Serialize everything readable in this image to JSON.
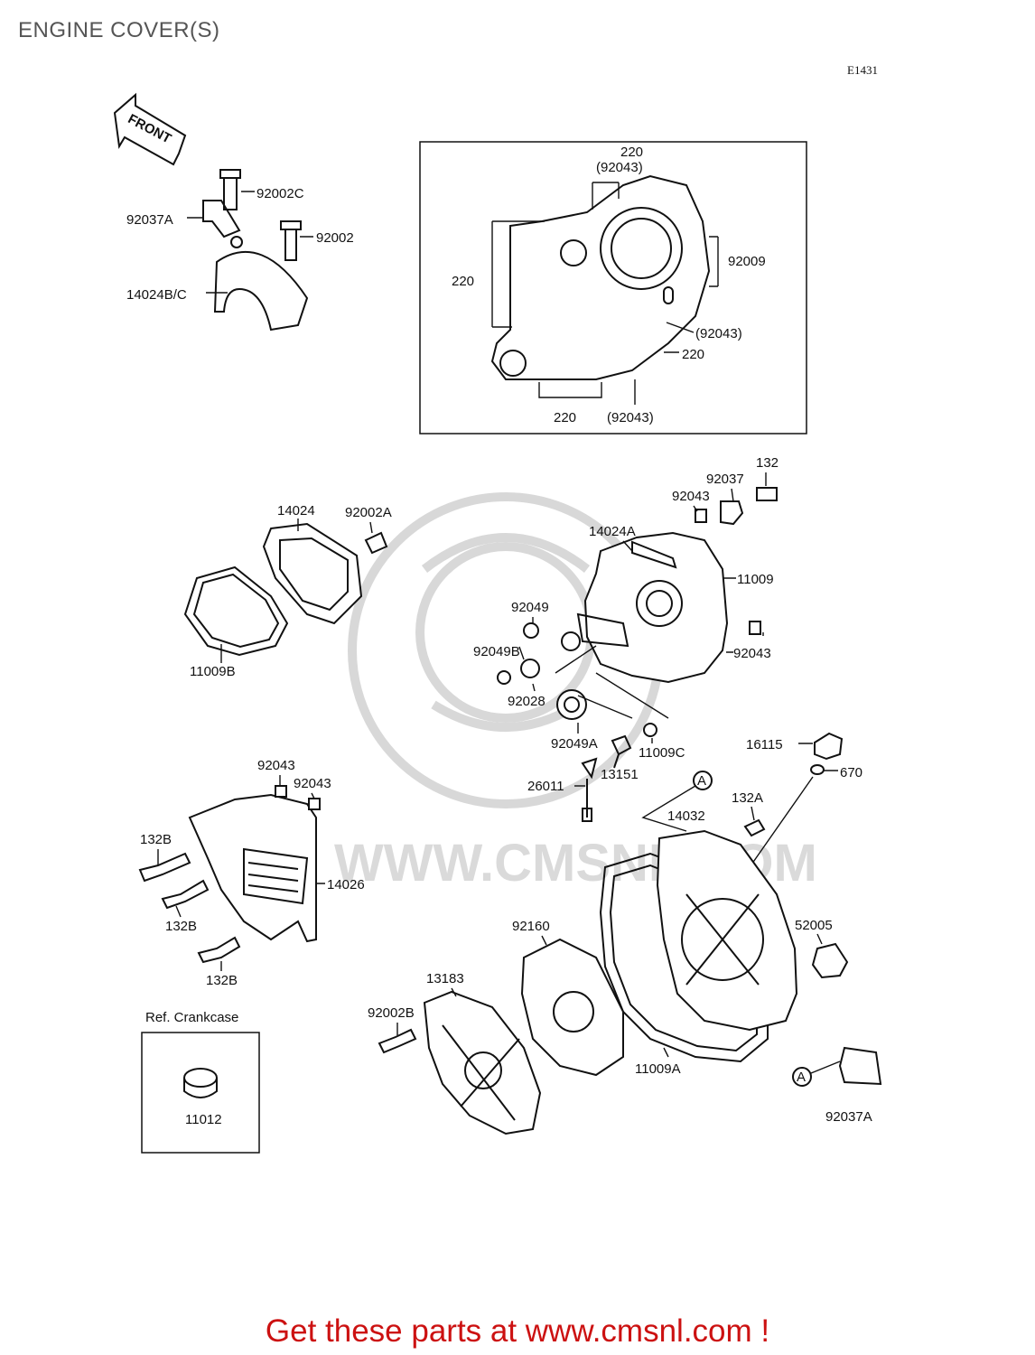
{
  "page": {
    "title": "ENGINE COVER(S)",
    "diagram_code": "E1431",
    "front_arrow_label": "FRONT",
    "watermark": "WWW.CMSNL.COM",
    "footer_link": "Get these parts at www.cmsnl.com !",
    "colors": {
      "footer": "#cc1111",
      "title": "#555555",
      "watermark": "#d8d8d8"
    }
  },
  "part_labels": {
    "p92002C": "92002C",
    "p92037A_top": "92037A",
    "p92002": "92002",
    "p14024BC": "14024B/C",
    "p220_a": "220",
    "p92043_a": "(92043)",
    "p220_b": "220",
    "p92009": "92009",
    "p92043_b": "(92043)",
    "p220_c": "220",
    "p220_d": "220",
    "p92043_c": "(92043)",
    "p132": "132",
    "p92037": "92037",
    "p92043_d": "92043",
    "p14024": "14024",
    "p92002A": "92002A",
    "p14024A": "14024A",
    "p11009": "11009",
    "p92049": "92049",
    "p92043_e": "92043",
    "p92049B": "92049B",
    "p11009B": "11009B",
    "p92028": "92028",
    "p92049A": "92049A",
    "p11009C": "11009C",
    "p16115": "16115",
    "p670": "670",
    "p13151": "13151",
    "p26011": "26011",
    "p92043_f": "92043",
    "p92043_g": "92043",
    "pA_1": "A",
    "p132A": "132A",
    "p14032": "14032",
    "p132B_a": "132B",
    "p14026": "14026",
    "p132B_b": "132B",
    "p92160": "92160",
    "p52005": "52005",
    "p132B_c": "132B",
    "p13183": "13183",
    "p92002B": "92002B",
    "p11009A": "11009A",
    "ref_crankcase": "Ref. Crankcase",
    "p11012": "11012",
    "pA_2": "A",
    "p92037A_bottom": "92037A"
  }
}
